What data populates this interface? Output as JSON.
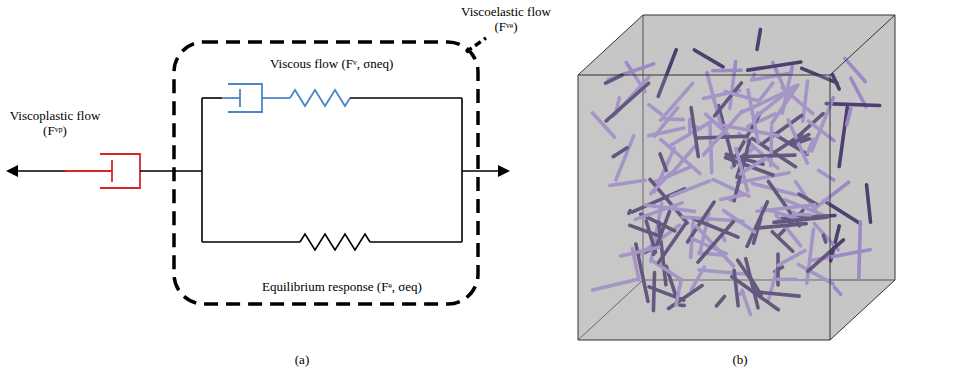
{
  "diagram": {
    "nodes": [
      {
        "text": [
          "Viscoelastic flow (Fᵛᵉ)"
        ]
      }
    ],
    "labels": [
      "Viscoplastic flow (Fᵛᵖ)",
      "Viscous flow (Fᵛ, σneq)",
      "Equilibrium response (Fᵉ, σeq)",
      "(a)",
      "(b)"
    ]
  }
}
